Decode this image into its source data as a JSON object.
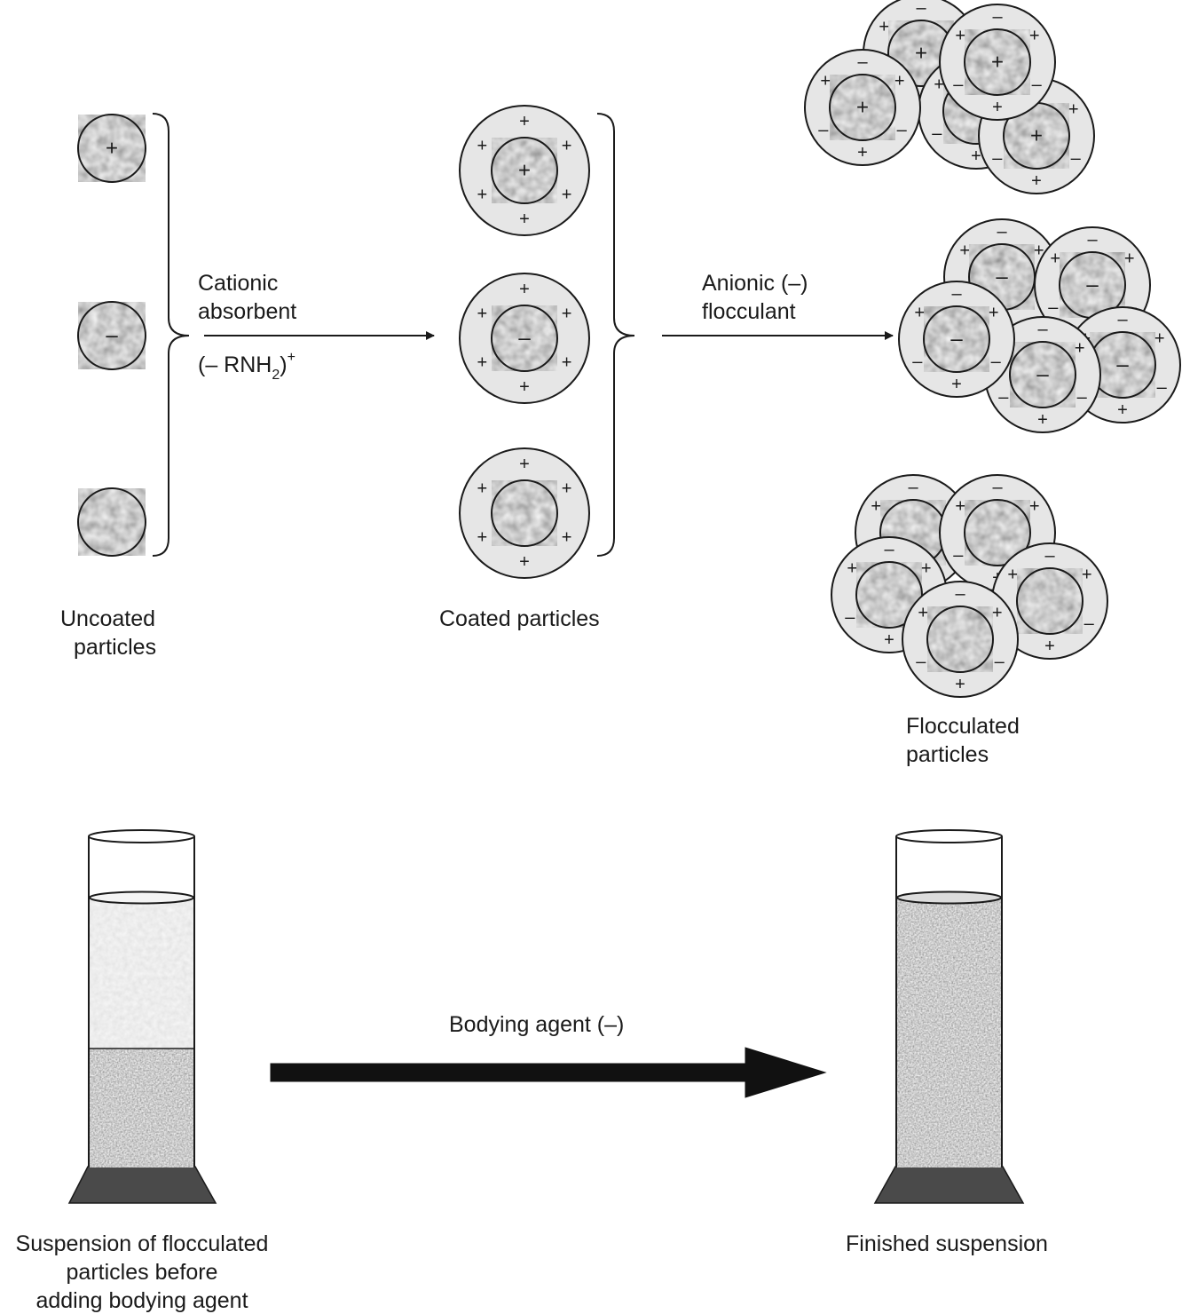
{
  "labels": {
    "cationic_line1": "Cationic",
    "cationic_line2": "absorbent",
    "formula_open": "(– RNH",
    "formula_sub": "2",
    "formula_close": ")",
    "formula_sup": "+",
    "anionic_line1": "Anionic (–)",
    "anionic_line2": "flocculant",
    "uncoated_line1": "Uncoated",
    "uncoated_line2": "particles",
    "coated": "Coated particles",
    "flocculated_line1": "Flocculated",
    "flocculated_line2": "particles",
    "bodying_agent": "Bodying agent (–)",
    "before_line1": "Suspension of flocculated",
    "before_line2": "particles before",
    "before_line3": "adding bodying agent",
    "finished": "Finished suspension"
  },
  "uncoated_particle_charges": [
    "+",
    "–",
    ""
  ],
  "coated_particle_core_charges": [
    "+",
    "–",
    ""
  ],
  "shell_charge": "+",
  "cluster_outer_charges": [
    "+",
    "–"
  ],
  "colors": {
    "line": "#1a1a1a",
    "shell_fill": "#e6e6e6",
    "core_fill": "#8a8a8a",
    "cylinder_base": "#4a4a4a"
  }
}
